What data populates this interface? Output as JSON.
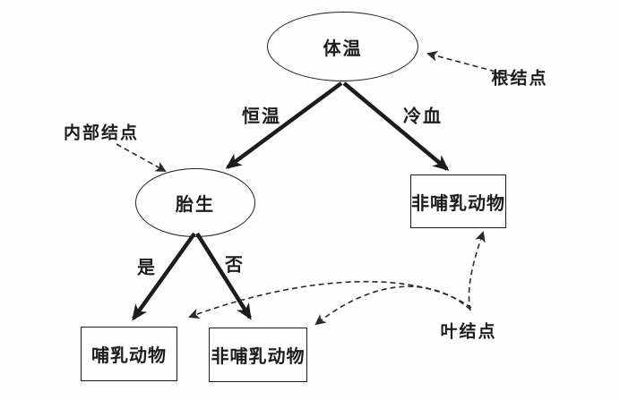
{
  "diagram": {
    "title_hint": "decision-tree",
    "nodes": {
      "root": {
        "label": "体温",
        "shape": "ellipse"
      },
      "internal": {
        "label": "胎生",
        "shape": "ellipse"
      },
      "leaf_right": {
        "label": "非哺乳动物",
        "shape": "rect"
      },
      "leaf_bottom_left": {
        "label": "哺乳动物",
        "shape": "rect"
      },
      "leaf_bottom_middle": {
        "label": "非哺乳动物",
        "shape": "rect"
      }
    },
    "edge_labels": {
      "constant_temp": "恒温",
      "cold_blood": "冷血",
      "yes": "是",
      "no": "否"
    },
    "annotations": {
      "root_note": "根结点",
      "internal_note": "内部结点",
      "leaf_note": "叶结点"
    },
    "colors": {
      "stroke": "#1c1c1c",
      "background": "#fefefe"
    }
  }
}
